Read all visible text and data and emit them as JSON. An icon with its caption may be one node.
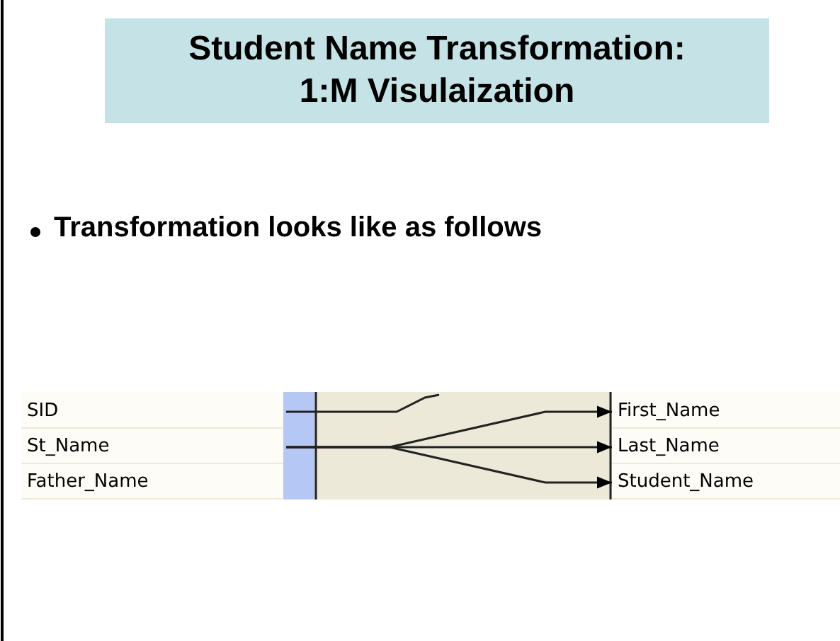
{
  "diagram": {
    "title": "Student Name Transformation: 1:M Visulaization",
    "nodes": [
      {
        "text": [
          "SID"
        ]
      },
      {
        "text": [
          "St_Name"
        ]
      },
      {
        "text": [
          "Father_Name"
        ]
      },
      {
        "text": [
          "First_Name"
        ]
      },
      {
        "text": [
          "Last_Name"
        ]
      },
      {
        "text": [
          "Student_Name"
        ]
      }
    ],
    "edges": [
      {
        "from": 0,
        "to": null,
        "arrow": "none"
      },
      {
        "from": 1,
        "to": 3,
        "arrow": "to"
      },
      {
        "from": 1,
        "to": 4,
        "arrow": "to"
      },
      {
        "from": 1,
        "to": 5,
        "arrow": "to"
      }
    ],
    "labels": [
      "Transformation looks like as follows"
    ]
  }
}
